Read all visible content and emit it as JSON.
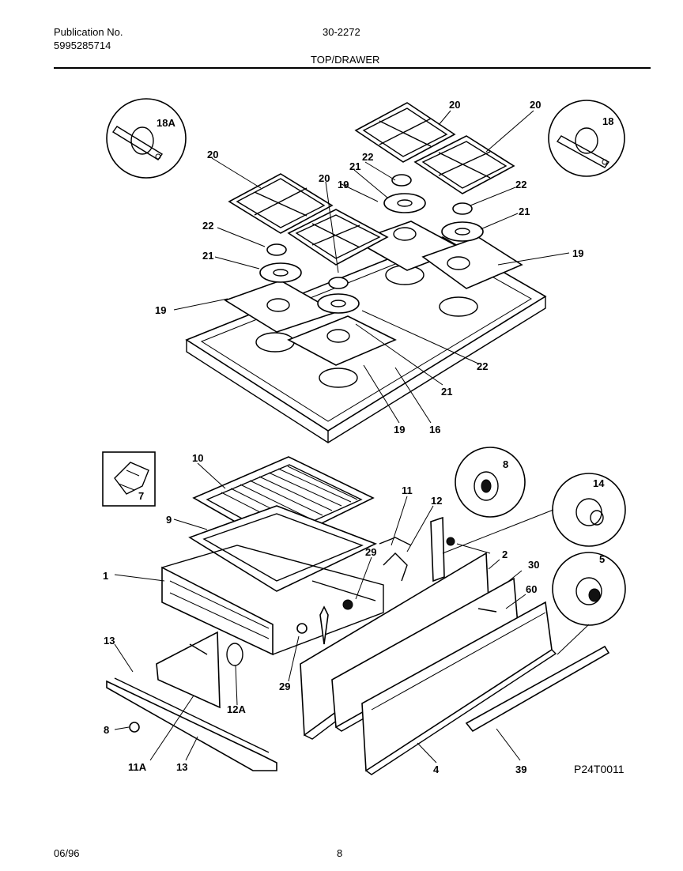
{
  "header": {
    "publication_label": "Publication No.",
    "publication_number": "5995285714",
    "model": "30-2272",
    "section_title": "TOP/DRAWER"
  },
  "footer": {
    "date": "06/96",
    "page": "8"
  },
  "diagram": {
    "code": "P24T0011",
    "callouts": {
      "c18a": "18A",
      "c18": "18",
      "c20a": "20",
      "c20b": "20",
      "c20c": "20",
      "c20d": "20",
      "c22a": "22",
      "c22b": "22",
      "c22c": "22",
      "c22d": "22",
      "c21a": "21",
      "c21b": "21",
      "c21c": "21",
      "c21d": "21",
      "c19a": "19",
      "c19b": "19",
      "c19c": "19",
      "c19d": "19",
      "c16": "16",
      "c7": "7",
      "c10": "10",
      "c9": "9",
      "c1": "1",
      "c8a": "8",
      "c8b": "8",
      "c14": "14",
      "c5": "5",
      "c11": "11",
      "c12": "12",
      "c2": "2",
      "c30": "30",
      "c60": "60",
      "c29a": "29",
      "c29b": "29",
      "c13a": "13",
      "c13b": "13",
      "c12a": "12A",
      "c11a": "11A",
      "c4": "4",
      "c39": "39"
    }
  }
}
